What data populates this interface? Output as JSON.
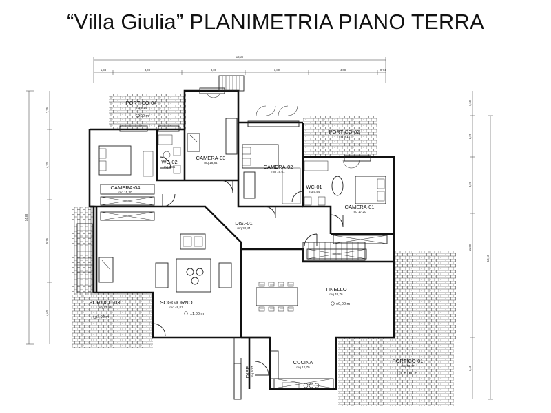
{
  "title": "“Villa Giulia”  PLANIMETRIA PIANO TERRA",
  "rooms": [
    {
      "id": "portico04",
      "name": "PORTICO-04",
      "area": "mq 9,14"
    },
    {
      "id": "wc02",
      "name": "WC-02",
      "area": "mq 4,85"
    },
    {
      "id": "camera03",
      "name": "CAMERA-03",
      "area": "mq 18,84"
    },
    {
      "id": "camera02",
      "name": "CAMERA-02",
      "area": "mq 16,61"
    },
    {
      "id": "portico02",
      "name": "PORTICO-02",
      "area": "mq 9,14"
    },
    {
      "id": "camera04",
      "name": "CAMERA-04",
      "area": "mq 15,30"
    },
    {
      "id": "wc01",
      "name": "WC-01",
      "area": "mq 5,44"
    },
    {
      "id": "camera01",
      "name": "CAMERA-01",
      "area": "mq 17,20"
    },
    {
      "id": "dis01",
      "name": "DIS.-01",
      "area": "mq 20,44"
    },
    {
      "id": "tinello",
      "name": "TINELLO",
      "area": "mq 48,76"
    },
    {
      "id": "soggiorno",
      "name": "SOGGIORNO",
      "area": "mq 49,81"
    },
    {
      "id": "portico03",
      "name": "PORTICO-03",
      "area": "mq 12,99"
    },
    {
      "id": "cucina",
      "name": "CUCINA",
      "area": "mq 12,79"
    },
    {
      "id": "disp",
      "name": "DISP.",
      "area": "mq 6,37"
    },
    {
      "id": "portico01",
      "name": "PORTICO-01",
      "area": "mq 43,47"
    }
  ],
  "elevations": {
    "portico04": "+1,00 m",
    "tinello": "±0,00 m",
    "soggiorno": "±1,00 m",
    "portico03": "±1,00 m",
    "portico01": "±0,00 m"
  },
  "dimensions": {
    "top_total": "18,00",
    "top_segments": [
      "1,34",
      "4,08",
      "3,80",
      "3,80",
      "4,08",
      "0,74"
    ],
    "left_total": "14,88",
    "left_segments": [
      "2,25",
      "4,20",
      "5,35",
      "4,60"
    ],
    "right_total": "18,65",
    "right_inner": "11,00",
    "right_segments": [
      "1,60",
      "2,25",
      "4,20",
      "3,40"
    ]
  },
  "colors": {
    "line": "#111111",
    "background": "#ffffff"
  }
}
